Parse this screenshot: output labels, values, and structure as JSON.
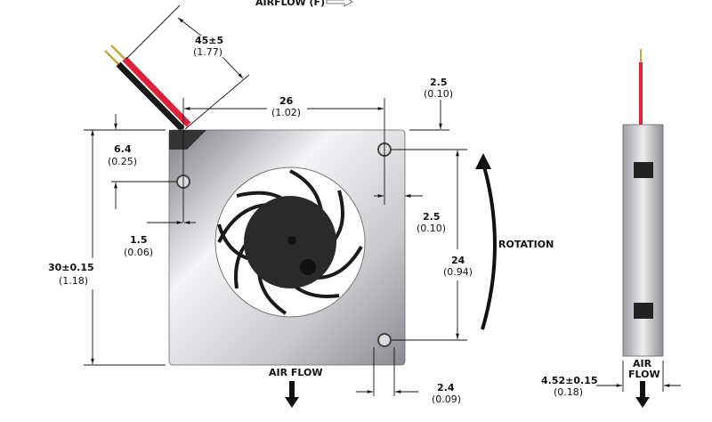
{
  "title_airflow": "AIRFLOW (F)",
  "dimensions": {
    "wire_length": {
      "mm": "45±5",
      "in": "(1.77)"
    },
    "hole_spacing_h": {
      "mm": "26",
      "in": "(1.02)"
    },
    "top_offset": {
      "mm": "2.5",
      "in": "(0.10)"
    },
    "hole_from_top": {
      "mm": "6.4",
      "in": "(0.25)"
    },
    "hole_from_right": {
      "mm": "2.5",
      "in": "(0.10)"
    },
    "hole_from_left": {
      "mm": "1.5",
      "in": "(0.06)"
    },
    "hole_spacing_v": {
      "mm": "24",
      "in": "(0.94)"
    },
    "height": {
      "mm": "30±0.15",
      "in": "(1.18)"
    },
    "bottom_hole": {
      "mm": "2.4",
      "in": "(0.09)"
    },
    "thickness": {
      "mm": "4.52±0.15",
      "in": "(0.18)"
    }
  },
  "rotation_label": "ROTATION",
  "front_airflow_label": "AIR FLOW",
  "side_airflow_label": [
    "AIR",
    "FLOW"
  ],
  "colors": {
    "wire_red": "#e0213a",
    "wire_black": "#1a1a1a",
    "body": "#b9b9bd"
  }
}
